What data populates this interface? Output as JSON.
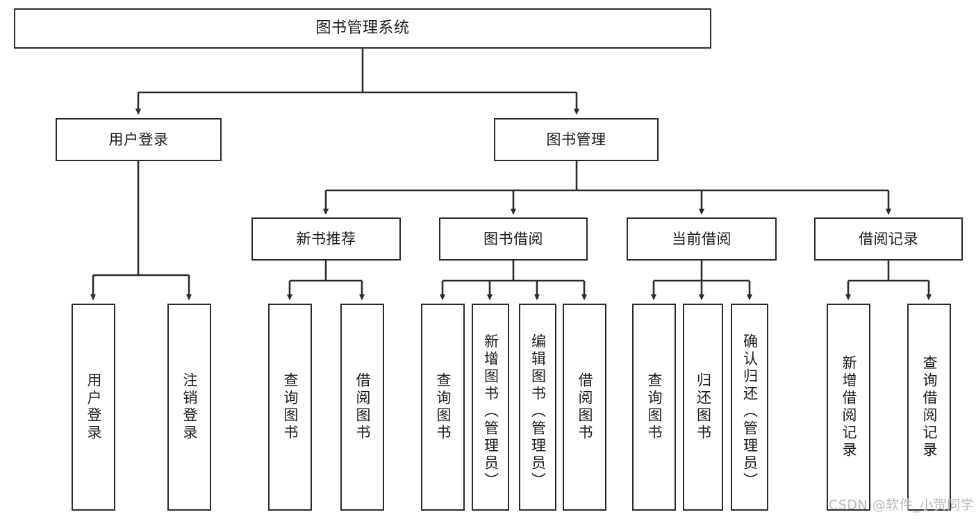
{
  "diagram": {
    "title": "图书管理系统",
    "type": "tree",
    "watermark": "CSDN @软件_小贺同学",
    "colors": {
      "border": "#2b2b2b",
      "background": "#ffffff",
      "text": "#1a1a1a",
      "watermark": "#b9b9b9"
    },
    "nodes": {
      "root": {
        "label": "图书管理系统"
      },
      "level1": [
        {
          "id": "user-login",
          "label": "用户登录"
        },
        {
          "id": "book-management",
          "label": "图书管理"
        }
      ],
      "level2": [
        {
          "id": "new-book-recommend",
          "label": "新书推荐"
        },
        {
          "id": "book-borrow",
          "label": "图书借阅"
        },
        {
          "id": "current-borrow",
          "label": "当前借阅"
        },
        {
          "id": "borrow-record",
          "label": "借阅记录"
        }
      ],
      "leaves": {
        "user-login": [
          {
            "id": "leaf-user-login",
            "label": "用户登录"
          },
          {
            "id": "leaf-user-logout",
            "label": "注销登录"
          }
        ],
        "new-book-recommend": [
          {
            "id": "leaf-query-book-1",
            "label": "查询图书"
          },
          {
            "id": "leaf-borrow-book-1",
            "label": "借阅图书"
          }
        ],
        "book-borrow": [
          {
            "id": "leaf-query-book-2",
            "label": "查询图书"
          },
          {
            "id": "leaf-add-book",
            "label": "新增图书（管理员）"
          },
          {
            "id": "leaf-edit-book",
            "label": "编辑图书（管理员）"
          },
          {
            "id": "leaf-borrow-book-2",
            "label": "借阅图书"
          }
        ],
        "current-borrow": [
          {
            "id": "leaf-query-book-3",
            "label": "查询图书"
          },
          {
            "id": "leaf-return-book",
            "label": "归还图书"
          },
          {
            "id": "leaf-confirm-return",
            "label": "确认归还（管理员）"
          }
        ],
        "borrow-record": [
          {
            "id": "leaf-add-record",
            "label": "新增借阅记录"
          },
          {
            "id": "leaf-query-record",
            "label": "查询借阅记录"
          }
        ]
      }
    }
  }
}
